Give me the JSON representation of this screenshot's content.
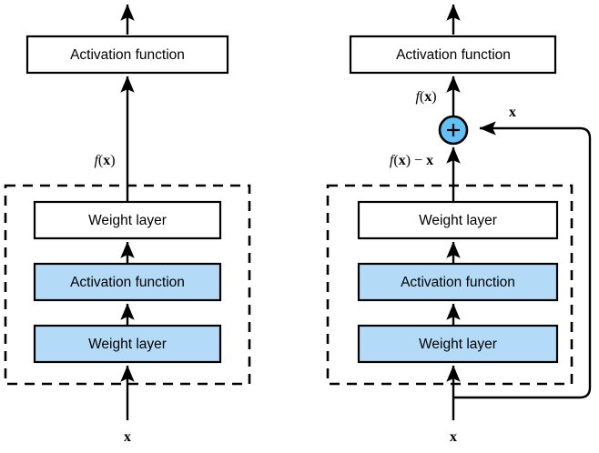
{
  "figure": {
    "title": "",
    "colors": {
      "box_fill_highlight": "#b3daf7",
      "box_fill_plain": "#ffffff",
      "sum_node_fill": "#62c2f5",
      "stroke": "#000000",
      "background": "#ffffff"
    }
  },
  "left_diagram": {
    "name": "plain-network",
    "output_activation": {
      "label": "Activation function",
      "fill": "plain"
    },
    "output_signal_label": {
      "text": "f(x)",
      "parts": [
        "f",
        "(",
        "x",
        ")"
      ]
    },
    "block_label": "dashed-block",
    "blocks": [
      {
        "label": "Weight layer",
        "fill": "plain"
      },
      {
        "label": "Activation function",
        "fill": "highlight"
      },
      {
        "label": "Weight layer",
        "fill": "highlight"
      }
    ],
    "input_label": {
      "text": "x"
    }
  },
  "right_diagram": {
    "name": "residual-network",
    "output_activation": {
      "label": "Activation function",
      "fill": "plain"
    },
    "output_signal_label": {
      "text": "f(x)",
      "parts": [
        "f",
        "(",
        "x",
        ")"
      ]
    },
    "sum_node": {
      "symbol": "+",
      "name": "addition-node"
    },
    "skip_label": {
      "text": "x"
    },
    "residual_signal_label": {
      "text": "f(x) − x",
      "parts": [
        "f",
        "(",
        "x",
        ")",
        "−",
        "x"
      ]
    },
    "block_label": "dashed-block",
    "blocks": [
      {
        "label": "Weight layer",
        "fill": "plain"
      },
      {
        "label": "Activation function",
        "fill": "highlight"
      },
      {
        "label": "Weight layer",
        "fill": "highlight"
      }
    ],
    "input_label": {
      "text": "x"
    }
  }
}
